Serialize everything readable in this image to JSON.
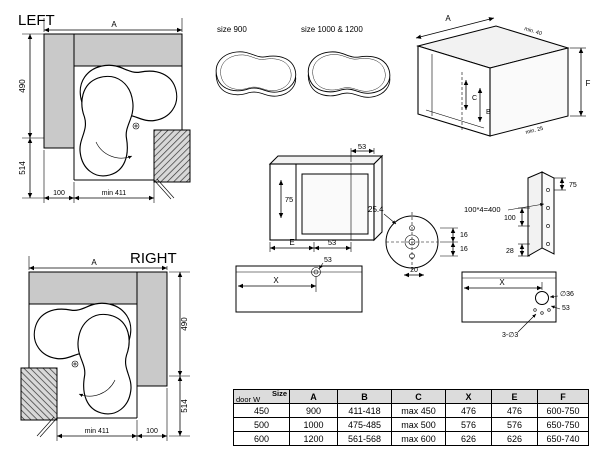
{
  "colors": {
    "wall_gray": "#c9c9c9",
    "line": "#000000",
    "background": "#ffffff"
  },
  "left_view": {
    "title": "LEFT",
    "dim_a": "A",
    "dim_depth_top": "490",
    "dim_depth_bottom": "514",
    "dim_back": "100",
    "dim_front": "min 411"
  },
  "right_view": {
    "title": "RIGHT",
    "dim_a": "A",
    "dim_depth_top": "490",
    "dim_depth_bottom": "514",
    "dim_back": "100",
    "dim_front": "min 411"
  },
  "shelf_outlines": {
    "label_small": "size 900",
    "label_large": "size 1000 & 1200"
  },
  "iso_view": {
    "dim_a": "A",
    "dim_f": "F",
    "dim_c": "C",
    "dim_b": "B",
    "note_top": "min. 40",
    "note_bottom": "min. 25"
  },
  "front_view": {
    "dim_top": "53",
    "dim_door": "75",
    "dim_e": "E",
    "dim_bottom": "53"
  },
  "detail_view": {
    "dim_bore": "25.4",
    "dim_16_upper": "16",
    "dim_16_lower": "16",
    "dim_20": "20"
  },
  "rail_view": {
    "formula": "100*4=400",
    "dim_top": "75",
    "dim_pitch": "100",
    "dim_bottom": "28"
  },
  "plan_view": {
    "dim_x": "X",
    "dim_hole": "53"
  },
  "drill_view": {
    "dim_x": "X",
    "dim_d36": "∅36",
    "dim_53": "53",
    "dim_holes": "3-∅3"
  },
  "spec_table": {
    "corner_top": "Size",
    "corner_bottom": "door W",
    "headers": [
      "A",
      "B",
      "C",
      "X",
      "E",
      "F"
    ],
    "rows": [
      {
        "door": "450",
        "A": "900",
        "B": "411-418",
        "C": "max 450",
        "X": "476",
        "E": "476",
        "F": "600-750"
      },
      {
        "door": "500",
        "A": "1000",
        "B": "475-485",
        "C": "max 500",
        "X": "576",
        "E": "576",
        "F": "650-750"
      },
      {
        "door": "600",
        "A": "1200",
        "B": "561-568",
        "C": "max 600",
        "X": "626",
        "E": "626",
        "F": "650-740"
      }
    ]
  }
}
